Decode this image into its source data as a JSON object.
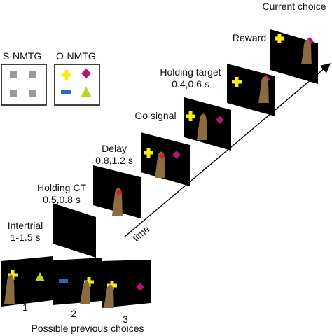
{
  "legend": {
    "s_nmtg": "S-NMTG",
    "o_nmtg": "O-NMTG"
  },
  "stages": {
    "intertrial": {
      "name": "Intertrial",
      "duration": "1-1.5 s"
    },
    "holding_ct": {
      "name": "Holding CT",
      "duration": "0.5,0.8 s"
    },
    "delay": {
      "name": "Delay",
      "duration": "0.8,1.2 s"
    },
    "go_signal": {
      "name": "Go signal"
    },
    "holding_target": {
      "name": "Holding target",
      "duration": "0.4,0.6 s"
    },
    "reward": {
      "name": "Reward"
    },
    "current_choice": {
      "name": "Current choice"
    }
  },
  "time_label": "time",
  "previous": {
    "caption": "Possible previous choices",
    "numbers": [
      "1",
      "2",
      "3"
    ]
  },
  "colors": {
    "yellow_cross": "#f5ec1a",
    "magenta_diamond": "#b4146e",
    "blue_bar": "#2b6bbf",
    "green_triangle": "#b8d430",
    "gray_square": "#9a9a9a",
    "hand": "#8b6a44",
    "red_dot": "#d61f26",
    "panel": "#000000"
  },
  "icons": [
    "cross-icon",
    "diamond-icon",
    "triangle-icon",
    "bar-icon",
    "hand-icon",
    "dot-icon"
  ]
}
